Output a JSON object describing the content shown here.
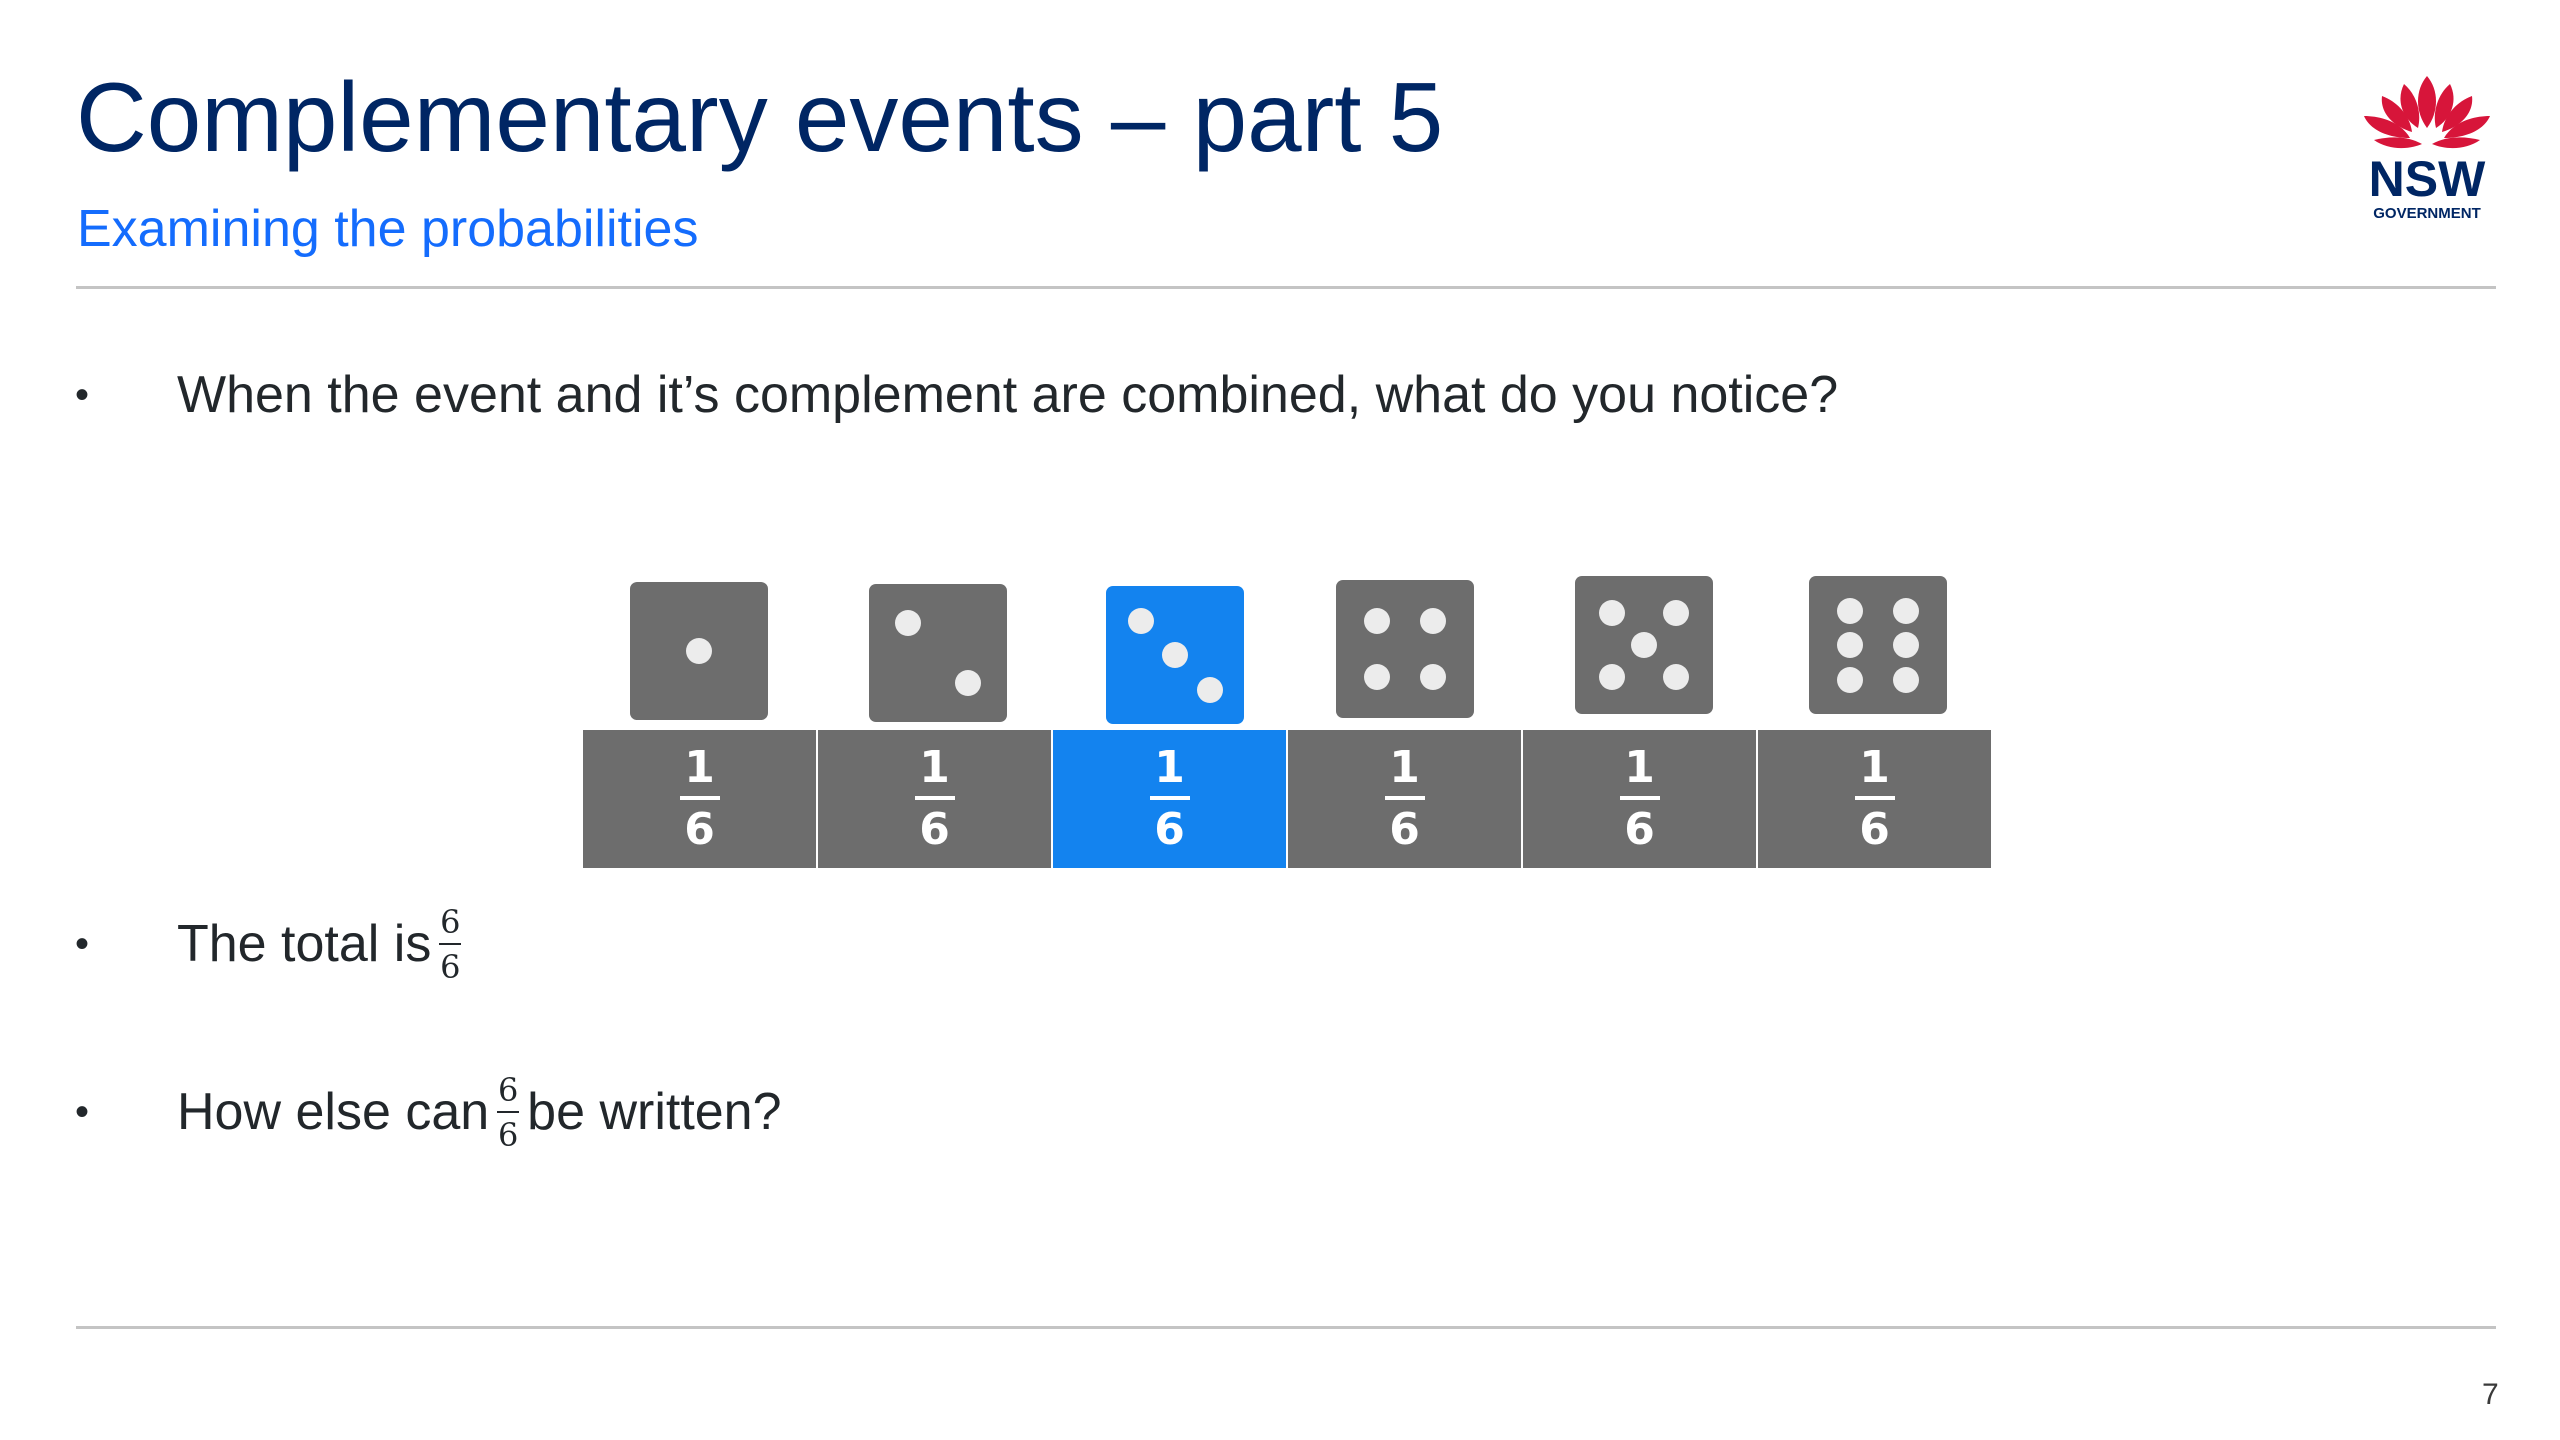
{
  "header": {
    "title": "Complementary events – part 5",
    "subtitle": "Examining the probabilities"
  },
  "logo": {
    "text": "NSW",
    "subtext": "GOVERNMENT",
    "colors": {
      "flower": "#d7153a",
      "text": "#002664"
    }
  },
  "bullets": [
    {
      "marker": "•",
      "text": "When the event and it’s complement are combined, what do you notice?"
    },
    {
      "marker": "•",
      "text_before": "The total is",
      "fraction": {
        "numerator": "6",
        "denominator": "6"
      }
    },
    {
      "marker": "•",
      "text_before": "How else can",
      "fraction": {
        "numerator": "6",
        "denominator": "6"
      },
      "text_after": "be written?"
    }
  ],
  "dice": [
    {
      "face": 1,
      "probability": {
        "numerator": "1",
        "denominator": "6"
      },
      "highlighted": false
    },
    {
      "face": 2,
      "probability": {
        "numerator": "1",
        "denominator": "6"
      },
      "highlighted": false
    },
    {
      "face": 3,
      "probability": {
        "numerator": "1",
        "denominator": "6"
      },
      "highlighted": true
    },
    {
      "face": 4,
      "probability": {
        "numerator": "1",
        "denominator": "6"
      },
      "highlighted": false
    },
    {
      "face": 5,
      "probability": {
        "numerator": "1",
        "denominator": "6"
      },
      "highlighted": false
    },
    {
      "face": 6,
      "probability": {
        "numerator": "1",
        "denominator": "6"
      },
      "highlighted": false
    }
  ],
  "colors": {
    "title": "#002664",
    "subtitle": "#146cfd",
    "die": "#6d6d6d",
    "highlight": "#1383ef",
    "pip": "#ececec"
  },
  "footer": {
    "page_number": "7"
  }
}
